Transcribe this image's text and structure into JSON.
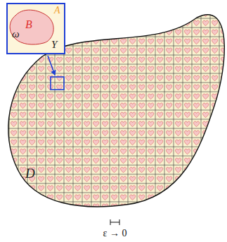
{
  "diagram": {
    "labels": [
      "A",
      "B",
      "ω",
      "Y",
      "D",
      "ε → 0"
    ]
  }
}
